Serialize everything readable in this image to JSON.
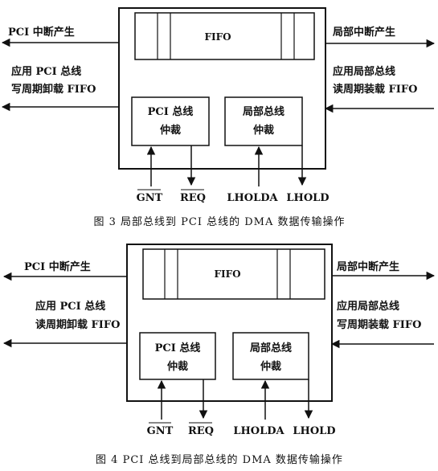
{
  "figures": [
    {
      "fifo": "FIFO",
      "left_irq": "PCI 中断产生",
      "right_irq": "局部中断产生",
      "left_line1": "应用 PCI 总线",
      "left_line2": "写周期卸载 FIFO",
      "right_line1": "应用局部总线",
      "right_line2": "读周期装载 FIFO",
      "arb_left_1": "PCI 总线",
      "arb_left_2": "仲裁",
      "arb_right_1": "局部总线",
      "arb_right_2": "仲裁",
      "sig_gnt": "GNT",
      "sig_req": "REQ",
      "sig_lholda": "LHOLDA",
      "sig_lhold": "LHOLD",
      "caption": "图 3  局部总线到 PCI 总线的 DMA 数据传输操作"
    },
    {
      "fifo": "FIFO",
      "left_irq": "PCI 中断产生",
      "right_irq": "局部中断产生",
      "left_line1": "应用 PCI 总线",
      "left_line2": "读周期卸载 FIFO",
      "right_line1": "应用局部总线",
      "right_line2": "写周期装载 FIFO",
      "arb_left_1": "PCI 总线",
      "arb_left_2": "仲裁",
      "arb_right_1": "局部总线",
      "arb_right_2": "仲裁",
      "sig_gnt": "GNT",
      "sig_req": "REQ",
      "sig_lholda": "LHOLDA",
      "sig_lhold": "LHOLD",
      "caption": "图 4  PCI 总线到局部总线的 DMA 数据传输操作"
    }
  ]
}
